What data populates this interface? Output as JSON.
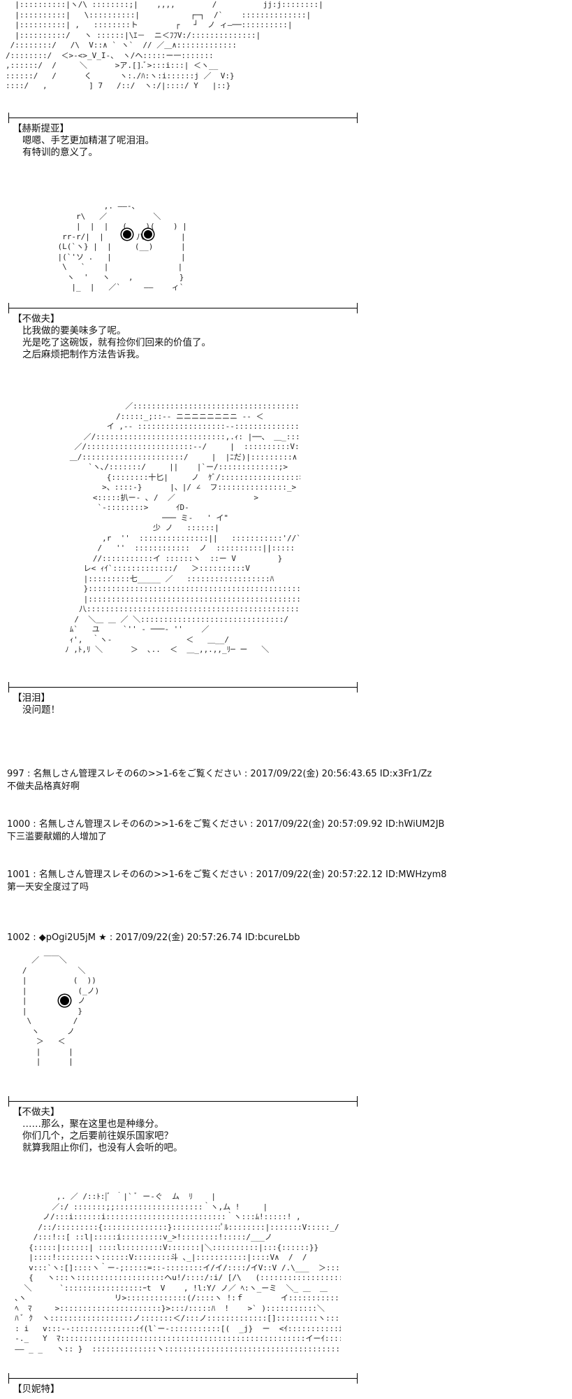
{
  "art": {
    "a1": [
      "  |::::::::::|ヽ/\\ ::::::::;|    ,,,,        /          jj:j::::::::|",
      "  |::::::::::|   \\::::::::::|           ┌─┐  /`    ::::::::::::::|",
      "  |::::::::::| ,   ::::::::ト        ┌   ┘  ノ ィ―──::::::::::|",
      "  |::::::::::/   ヽ ::::::|\\ｴ－  ニ＜ﾌﾌV:/::::::::::::::|",
      " /::::::::/   /\\  V::∧ ` ヽ`  // ／＿∧:::::::::::::",
      "/::::::::/  ＜>-<>_V_I-、 ヽ/ヘ:::::ー一:::::::",
      ",::::::/  /     ＼      >ア.[].ﾞ>:::i:::| ＜ヽ__",
      "::::::/   /      く      ヽ:./ﾊ:ヽ:i::::::j ／  V:}",
      "::::/   ,         ] 7   /::/  ヽ:/|::::/ Y   |::}"
    ],
    "a2": [
      "              ,. ――-、",
      "        r\\   ／          ＼",
      "        |  |  |   (    )(    ) |",
      "     rr‐r/|  |       八        |",
      "    (L(`ヽ} |  |     (__)      |",
      "    |(`'ソ .   |               |",
      "     \\   `    |               |",
      "      ヽ  '   ヽ    ,          }",
      "       |_  |   ／`     ――    ィ`"
    ],
    "a3": [
      "                  ／:::::::::::::::::::::::::::::::::::::::::::::::::::::＼",
      "                /:::::_;::-‐ ニニニニニニニニ -- ＜",
      "              イ ,-‐ :::::::::::::::::::--:::::::::::::::::::::::::::::::::::::::ﾞ>、>",
      "         ／/::::::::::::::::::::::::::::,.ｨ: |──、 ＿_::::::::::::::::::::/",
      "       ／/:::::::::::::::::::::::-‐/     |  ::::::::::V::::>:::::/",
      "      ＿/::::::::::::::::::::::/     |  |ﾆだ)|:::::::::∧",
      "          `ヽ､/:::::::/     ||    |`ー/:::::::::::::;>",
      "              {::::::::十匕|     ノ  ｹﾞ/:::::::::::::::::>",
      "             >、::::-}      |、|/ ∠  フ:::::::::::::::_>",
      "           <:::::扒ー‐ ､ /  ／                 >",
      "            `‐::::::::>      ｲD‐",
      "                          ─── ミ-   ' イ\"",
      "                        少 ノ   ::::::|",
      "             ,r  ''  :::::::::::::::||   :::::::::::'//`\"`ヽ",
      "            /   ''  ::::::::::::  ノ  ::::::::::||:::::    ∧",
      "           //:::::::::::イ ::::::ヽ  ::ー V         }",
      "         レ< ｨｲ`:::::::::::::/   ＞::::::::::V",
      "         |:::::::::七_____ ／   ::::::::::::::::::ﾊ       /",
      "         }::::::::::::::::::::::::::::::::::::::::::::::::::::::::/",
      "         |::::::::::::::::::::::::::::::::::::::::::::::::::::::::|",
      "        八::::::::::::::::::::::::::::::::::::::::::::::::::::::::ノ",
      "       /  ＼＿ ＿ ／ ＼:::::::::::::::::::::::::::::::/",
      "      ﾑ`   ユ     `'' ‐ ───‐ ''    ／",
      "      ｨ',  ｀ヽ‐                ＜   ＿__/",
      "     ﾉ ,ﾄ,ﾘ ＼      ＞  ､..  ＜  ＿_,,.,,_ﾘ─ ー   ＼"
    ],
    "a4": [
      "     ／ ￣￣＼",
      "   /           ＼",
      "   |          (  ))",
      "   |           (_ノ)",
      "   |           ノ",
      "   |           }",
      "    \\         /",
      "     ヽ      ノ",
      "      ＞   ＜",
      "      |      |",
      "      |      |"
    ],
    "a5": [
      "           ,. ／ /::ﾄ:|ﾞ ｀|` ﾞ ー-ぐ  ム  ﾘ    |",
      "          ／:/ :::::::;;:::::::::::::::::::｀ヽ,ム !     |",
      "        ノ/:::i::::::i::::::::::::::::::::::::::｀ヽ:::ﾑ!:::::! ,",
      "       /::/:::::::::{::::::::::::::}:::::::::::ﾟﾙ::::::::|:::::::V:::::_/",
      "      /:::!::[ ::l|:::::i:::::::::v_>!::::::::!:::::/___ノ",
      "     {:::::|::::::| ::::l:::::::::V:::::::|＼::::::::::|:::{::::::}}",
      "     |::::!::::::::ヽ::::::V::::::::斗 ､_|:::::::::::|::::V∧  /  /",
      "     v:::`ヽ:[]::::ヽ｀ー-;:::::=::-::::::::イ/イ/::::/イV::V /.\\___  ＞:::::::::::::::_",
      "     {   ヽ:::ヽ:::::::::::::::::::ヘu!/::::/:i/ [/\\   (:::::::::::::::::::: <     ＼",
      "    ＼      `:::::::::::::::::ｰt  V    , !l:Y/ ノ／ ﾍ:ヽ_ーミ  ＼_ ＿  ＿",
      "  ､ヽ                   リ>:::::::::::::(/::::ヽ !:ｆ        イ:::::::::::::::::::::::_＼ ＿",
      "  ﾍ  ﾏ     >::::::::::::::::::::::}>:::ﾉ:::::ﾊ  !    >` ):::::::::::＼     ＼",
      "  ﾊ ﾞ ｸ  ヽ::::::::::::::::::ノ:::::::＜/:::ノ:::::::::::::[]:::::::::ヽ::::ー~ < ::::i    ::",
      "  : i   v:::-‐:::::::::::::::ｲ(l`ー‐:::::::::::[(  _j}  ー  <ｲ:::::::::::i    {::::::::}",
      "  -._   Y  ﾏ:::::::::::::::::::::::::::::::::::::::::::::::::::::イーｲ::::::::::::::ﾉ::::::::::::::::",
      "  ―― _ _   ヽ:: }  ::::::::::::::ヽ::::::::::::::::::::::::::::::::::::::::::ﾉ:::::::::ﾘ:::::::::::::::::"
    ]
  },
  "blocks": {
    "b1": {
      "speaker": "【赫斯提亚】",
      "lines": [
        "嗯嗯、手艺更加精湛了呢泪泪。",
        "有特训的意义了。"
      ]
    },
    "b2": {
      "speaker": "【不做夫】",
      "lines": [
        "比我做的要美味多了呢。",
        "光是吃了这碗饭，就有捡你们回来的价值了。",
        "之后麻烦把制作方法告诉我。"
      ]
    },
    "b3": {
      "speaker": "【泪泪】",
      "lines": [
        "没问题！"
      ]
    },
    "b4": {
      "speaker": "【不做夫】",
      "lines": [
        "……那么，聚在这里也是种缘分。",
        "你们几个，之后要前往娱乐国家吧？",
        "就算我阻止你们，也没有人会听的吧。"
      ]
    },
    "b5": {
      "speaker": "【贝妮特】",
      "lines": []
    }
  },
  "posts": {
    "p997": {
      "head": "997 : 名無しさん管理スレその6の>>1-6をご覧ください : 2017/09/22(金) 20:56:43.65 ID:x3Fr1/Zz",
      "body": "不做夫品格真好啊"
    },
    "p1000": {
      "head": "1000 : 名無しさん管理スレその6の>>1-6をご覧ください : 2017/09/22(金) 20:57:09.92 ID:hWiUM2JB",
      "body": "下三滥要献媚的人增加了"
    },
    "p1001": {
      "head": "1001 : 名無しさん管理スレその6の>>1-6をご覧ください : 2017/09/22(金) 20:57:22.12 ID:MWHzym8",
      "body": "第一天安全度过了吗"
    },
    "p1002": {
      "head": "1002 : ◆pOgi2U5jM ★ : 2017/09/22(金) 20:57:26.74 ID:bcureLbb",
      "body": ""
    }
  }
}
